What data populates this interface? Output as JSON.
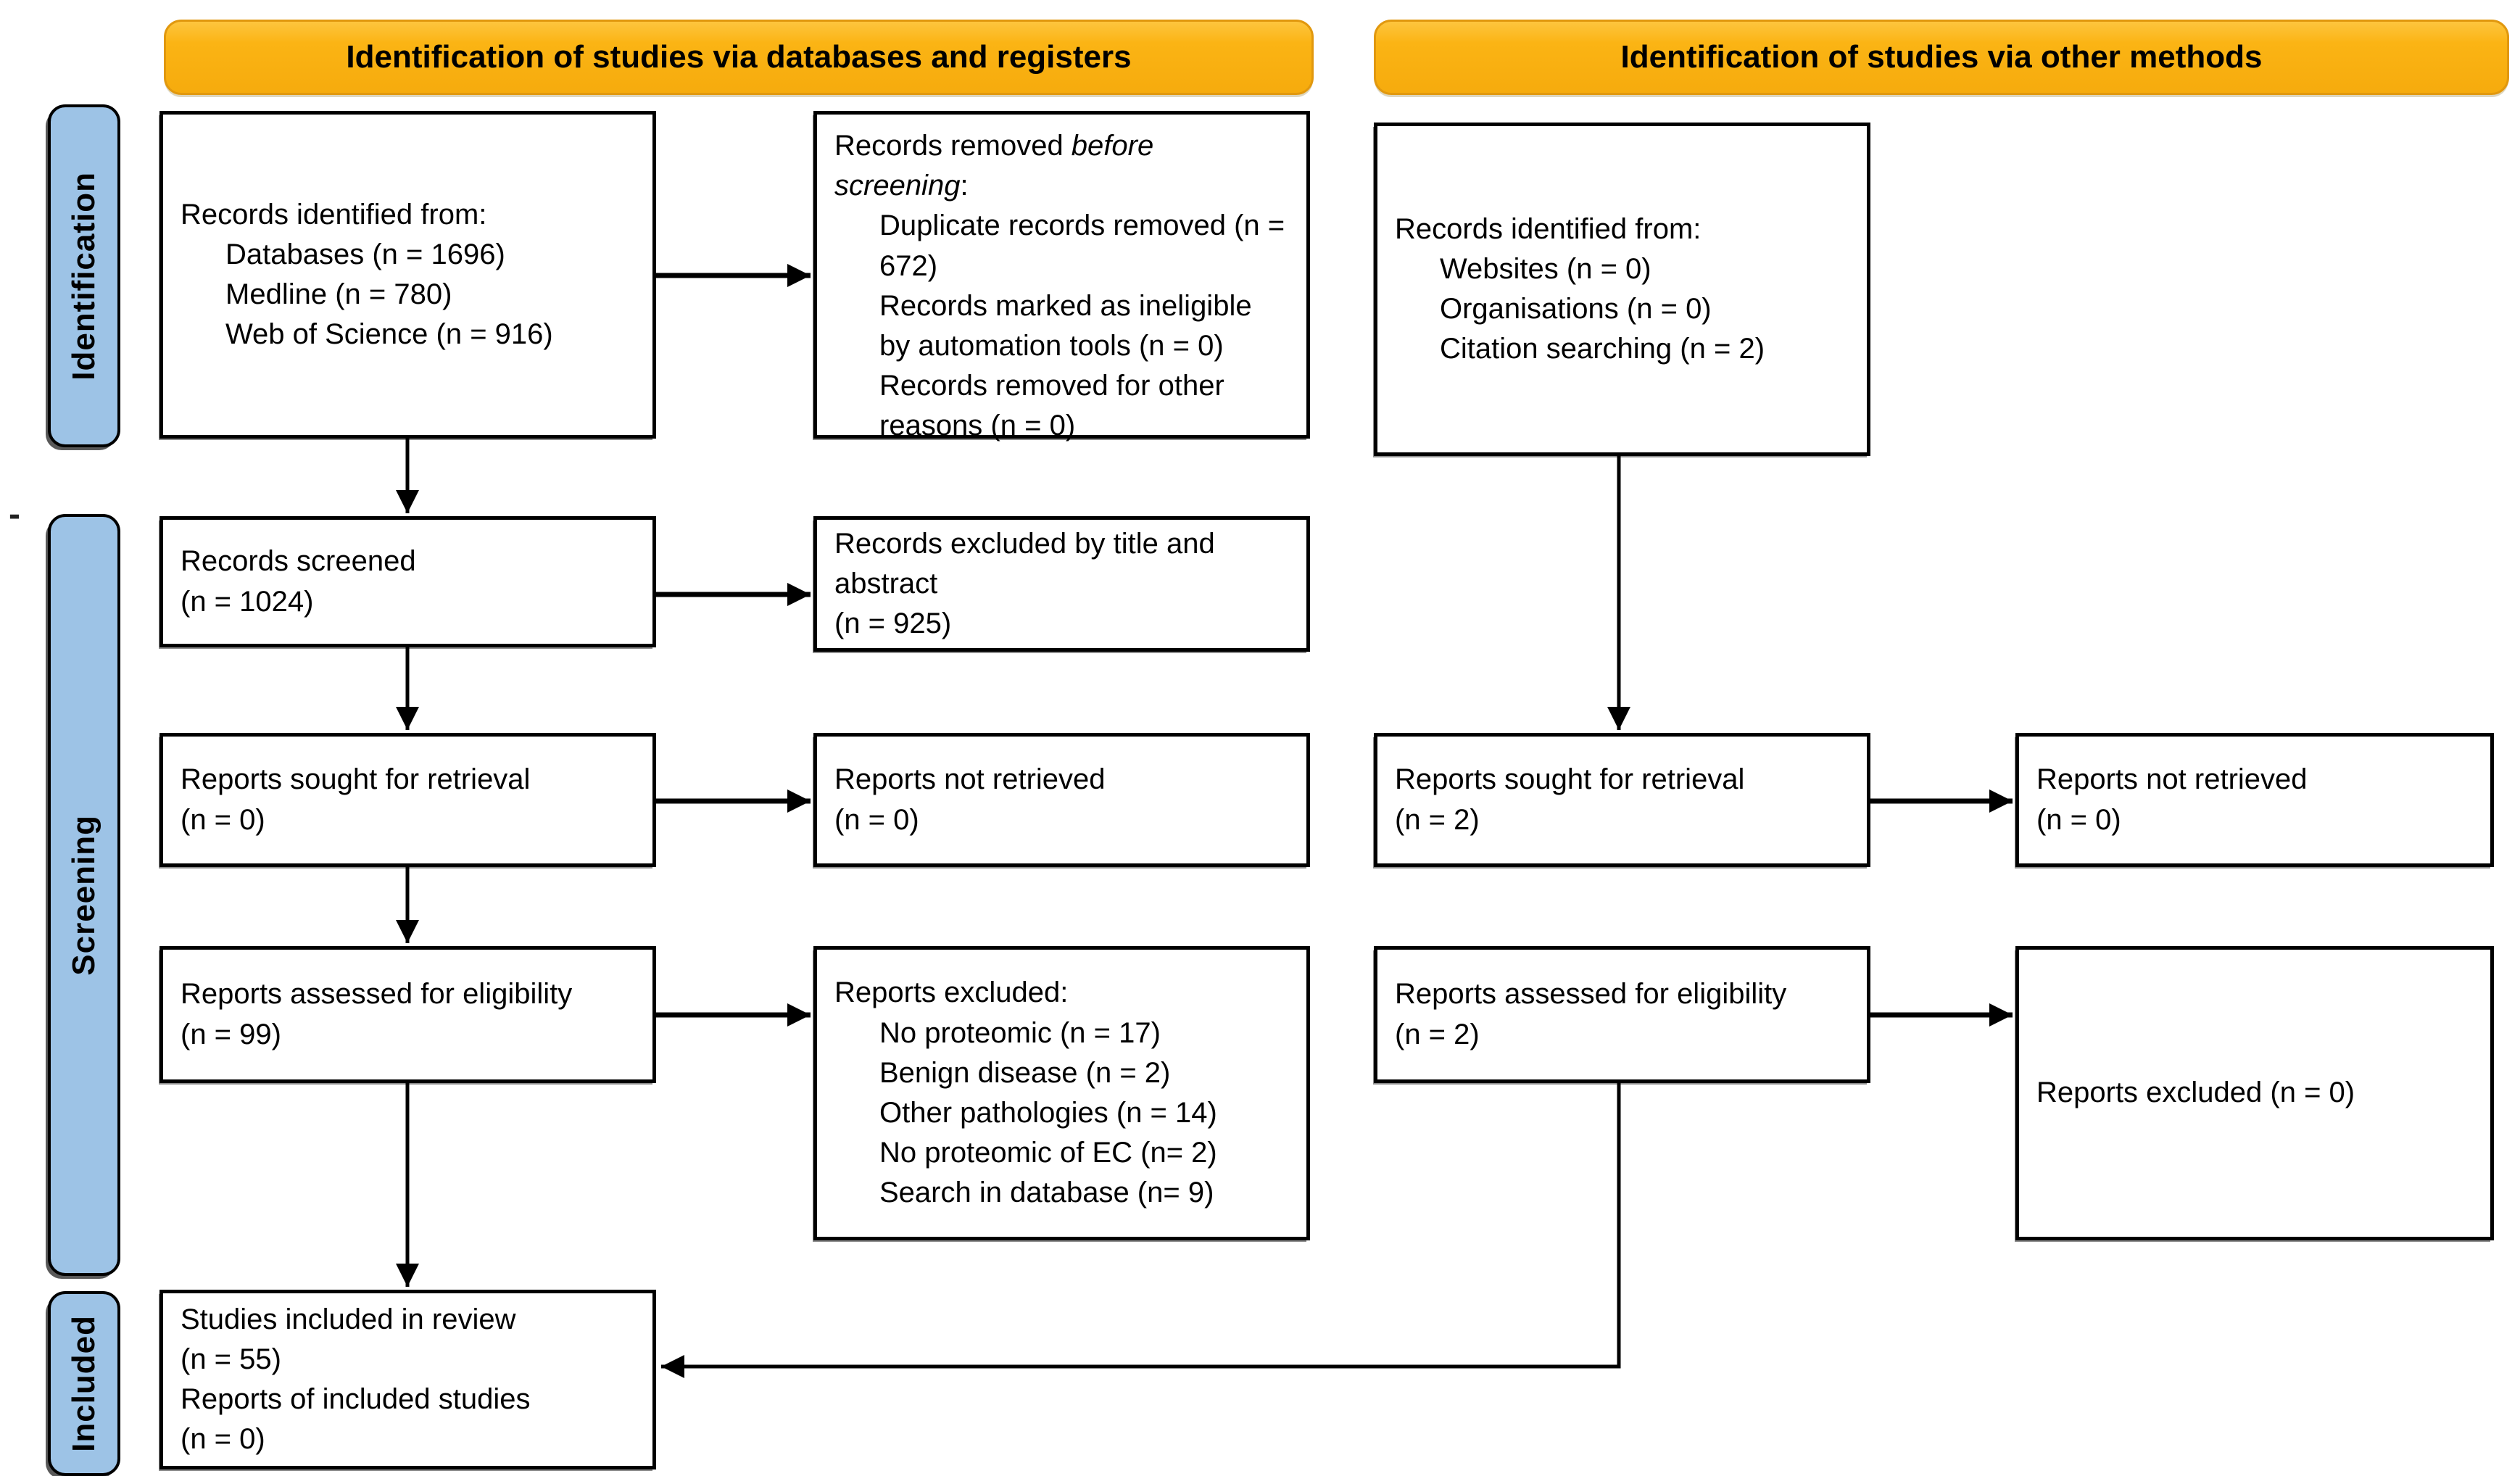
{
  "headers": {
    "databases": "Identification of studies via databases and registers",
    "other": "Identification of studies via other methods"
  },
  "stages": {
    "identification": "Identification",
    "screening": "Screening",
    "included": "Included"
  },
  "stray_mark": "-",
  "colors": {
    "header_bg": "#FBB414",
    "header_border": "#E1980E",
    "stage_bg": "#9DC3E6",
    "box_border": "#000000",
    "arrow": "#000000"
  },
  "boxes": {
    "db_identified": {
      "lines": [
        {
          "indent": 0,
          "segs": [
            {
              "t": "Records identified from:"
            }
          ]
        },
        {
          "indent": 1,
          "segs": [
            {
              "t": "Databases (n = 1696)"
            }
          ]
        },
        {
          "indent": 1,
          "segs": [
            {
              "t": "Medline (n = 780)"
            }
          ]
        },
        {
          "indent": 1,
          "segs": [
            {
              "t": "Web of Science (n = 916)"
            }
          ]
        }
      ]
    },
    "records_removed": {
      "lines": [
        {
          "indent": 0,
          "segs": [
            {
              "t": "Records removed "
            },
            {
              "t": "before screening",
              "i": true
            },
            {
              "t": ":"
            }
          ]
        },
        {
          "indent": 1,
          "segs": [
            {
              "t": "Duplicate records removed (n = 672)"
            }
          ]
        },
        {
          "indent": 1,
          "segs": [
            {
              "t": "Records marked as ineligible by automation tools (n = 0)"
            }
          ]
        },
        {
          "indent": 1,
          "segs": [
            {
              "t": "Records removed for other reasons (n = 0)"
            }
          ]
        }
      ]
    },
    "other_identified": {
      "lines": [
        {
          "indent": 0,
          "segs": [
            {
              "t": "Records identified from:"
            }
          ]
        },
        {
          "indent": 1,
          "segs": [
            {
              "t": "Websites (n = 0)"
            }
          ]
        },
        {
          "indent": 1,
          "segs": [
            {
              "t": "Organisations (n = 0)"
            }
          ]
        },
        {
          "indent": 1,
          "segs": [
            {
              "t": "Citation searching (n = 2)"
            }
          ]
        }
      ]
    },
    "records_screened": {
      "lines": [
        {
          "indent": 0,
          "segs": [
            {
              "t": "Records screened"
            }
          ]
        },
        {
          "indent": 0,
          "segs": [
            {
              "t": "(n = 1024)"
            }
          ]
        }
      ]
    },
    "records_excluded_title": {
      "lines": [
        {
          "indent": 0,
          "segs": [
            {
              "t": "Records excluded by title and abstract"
            }
          ]
        },
        {
          "indent": 0,
          "segs": [
            {
              "t": "(n = 925)"
            }
          ]
        }
      ]
    },
    "reports_sought_db": {
      "lines": [
        {
          "indent": 0,
          "segs": [
            {
              "t": "Reports sought for retrieval"
            }
          ]
        },
        {
          "indent": 0,
          "segs": [
            {
              "t": "(n = 0)"
            }
          ]
        }
      ]
    },
    "reports_not_retrieved_db": {
      "lines": [
        {
          "indent": 0,
          "segs": [
            {
              "t": "Reports not retrieved"
            }
          ]
        },
        {
          "indent": 0,
          "segs": [
            {
              "t": "(n = 0)"
            }
          ]
        }
      ]
    },
    "reports_sought_other": {
      "lines": [
        {
          "indent": 0,
          "segs": [
            {
              "t": "Reports sought for retrieval"
            }
          ]
        },
        {
          "indent": 0,
          "segs": [
            {
              "t": "(n = 2)"
            }
          ]
        }
      ]
    },
    "reports_not_retrieved_other": {
      "lines": [
        {
          "indent": 0,
          "segs": [
            {
              "t": "Reports not retrieved"
            }
          ]
        },
        {
          "indent": 0,
          "segs": [
            {
              "t": "(n = 0)"
            }
          ]
        }
      ]
    },
    "reports_assessed_db": {
      "lines": [
        {
          "indent": 0,
          "segs": [
            {
              "t": "Reports assessed for eligibility"
            }
          ]
        },
        {
          "indent": 0,
          "segs": [
            {
              "t": "(n = 99)"
            }
          ]
        }
      ]
    },
    "reports_excluded_list": {
      "lines": [
        {
          "indent": 0,
          "segs": [
            {
              "t": "Reports excluded:"
            }
          ]
        },
        {
          "indent": 1,
          "segs": [
            {
              "t": "No proteomic (n = 17)"
            }
          ]
        },
        {
          "indent": 1,
          "segs": [
            {
              "t": "Benign disease (n = 2)"
            }
          ]
        },
        {
          "indent": 1,
          "segs": [
            {
              "t": "Other pathologies (n = 14)"
            }
          ]
        },
        {
          "indent": 1,
          "segs": [
            {
              "t": "No proteomic of EC (n= 2)"
            }
          ]
        },
        {
          "indent": 1,
          "segs": [
            {
              "t": "Search in database (n= 9)"
            }
          ]
        }
      ]
    },
    "reports_assessed_other": {
      "lines": [
        {
          "indent": 0,
          "segs": [
            {
              "t": "Reports assessed for eligibility"
            }
          ]
        },
        {
          "indent": 0,
          "segs": [
            {
              "t": "(n = 2)"
            }
          ]
        }
      ]
    },
    "reports_excluded_other": {
      "lines": [
        {
          "indent": 0,
          "segs": [
            {
              "t": "Reports excluded (n = 0)"
            }
          ]
        }
      ]
    },
    "studies_included": {
      "lines": [
        {
          "indent": 0,
          "segs": [
            {
              "t": "Studies included in review"
            }
          ]
        },
        {
          "indent": 0,
          "segs": [
            {
              "t": "(n = 55)"
            }
          ]
        },
        {
          "indent": 0,
          "segs": [
            {
              "t": "Reports of included studies"
            }
          ]
        },
        {
          "indent": 0,
          "segs": [
            {
              "t": "(n = 0)"
            }
          ]
        }
      ]
    }
  }
}
